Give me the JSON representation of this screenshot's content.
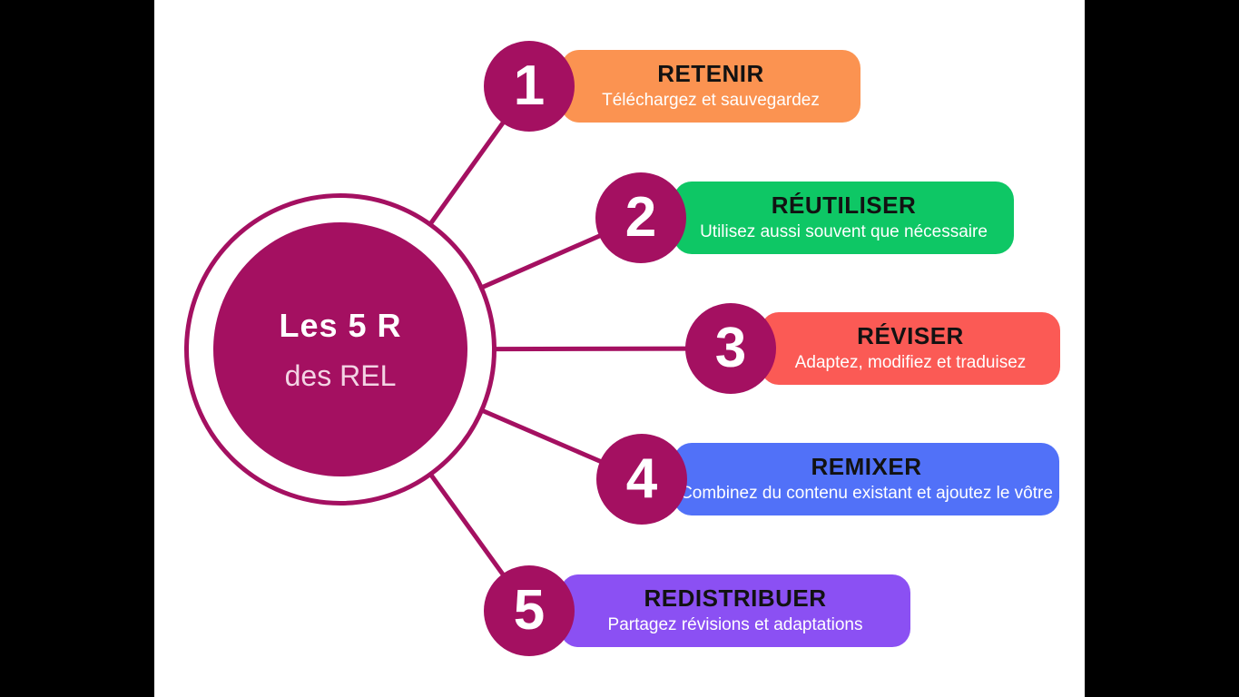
{
  "center": {
    "line1": "Les 5 R",
    "line2": "des REL"
  },
  "items": [
    {
      "number": "1",
      "title": "RETENIR",
      "subtitle": "Téléchargez et sauvegardez",
      "color": "#FB9351"
    },
    {
      "number": "2",
      "title": "RÉUTILISER",
      "subtitle": "Utilisez aussi souvent que nécessaire",
      "color": "#0EC765"
    },
    {
      "number": "3",
      "title": "RÉVISER",
      "subtitle": "Adaptez, modifiez et traduisez",
      "color": "#FB5A55"
    },
    {
      "number": "4",
      "title": "REMIXER",
      "subtitle": "Combinez du contenu existant et ajoutez le vôtre",
      "color": "#5171F8"
    },
    {
      "number": "5",
      "title": "REDISTRIBUER",
      "subtitle": "Partagez révisions et adaptations",
      "color": "#8B50F3"
    }
  ],
  "colors": {
    "page_background": "#000000",
    "canvas_background": "#FFFFFF",
    "accent": "#A41061",
    "number_text": "#FFFFFF",
    "title_text": "#121212",
    "subtitle_text": "#FFFFFF",
    "center_line1": "#FFFFFF",
    "center_line2": "#F3D4E4"
  }
}
